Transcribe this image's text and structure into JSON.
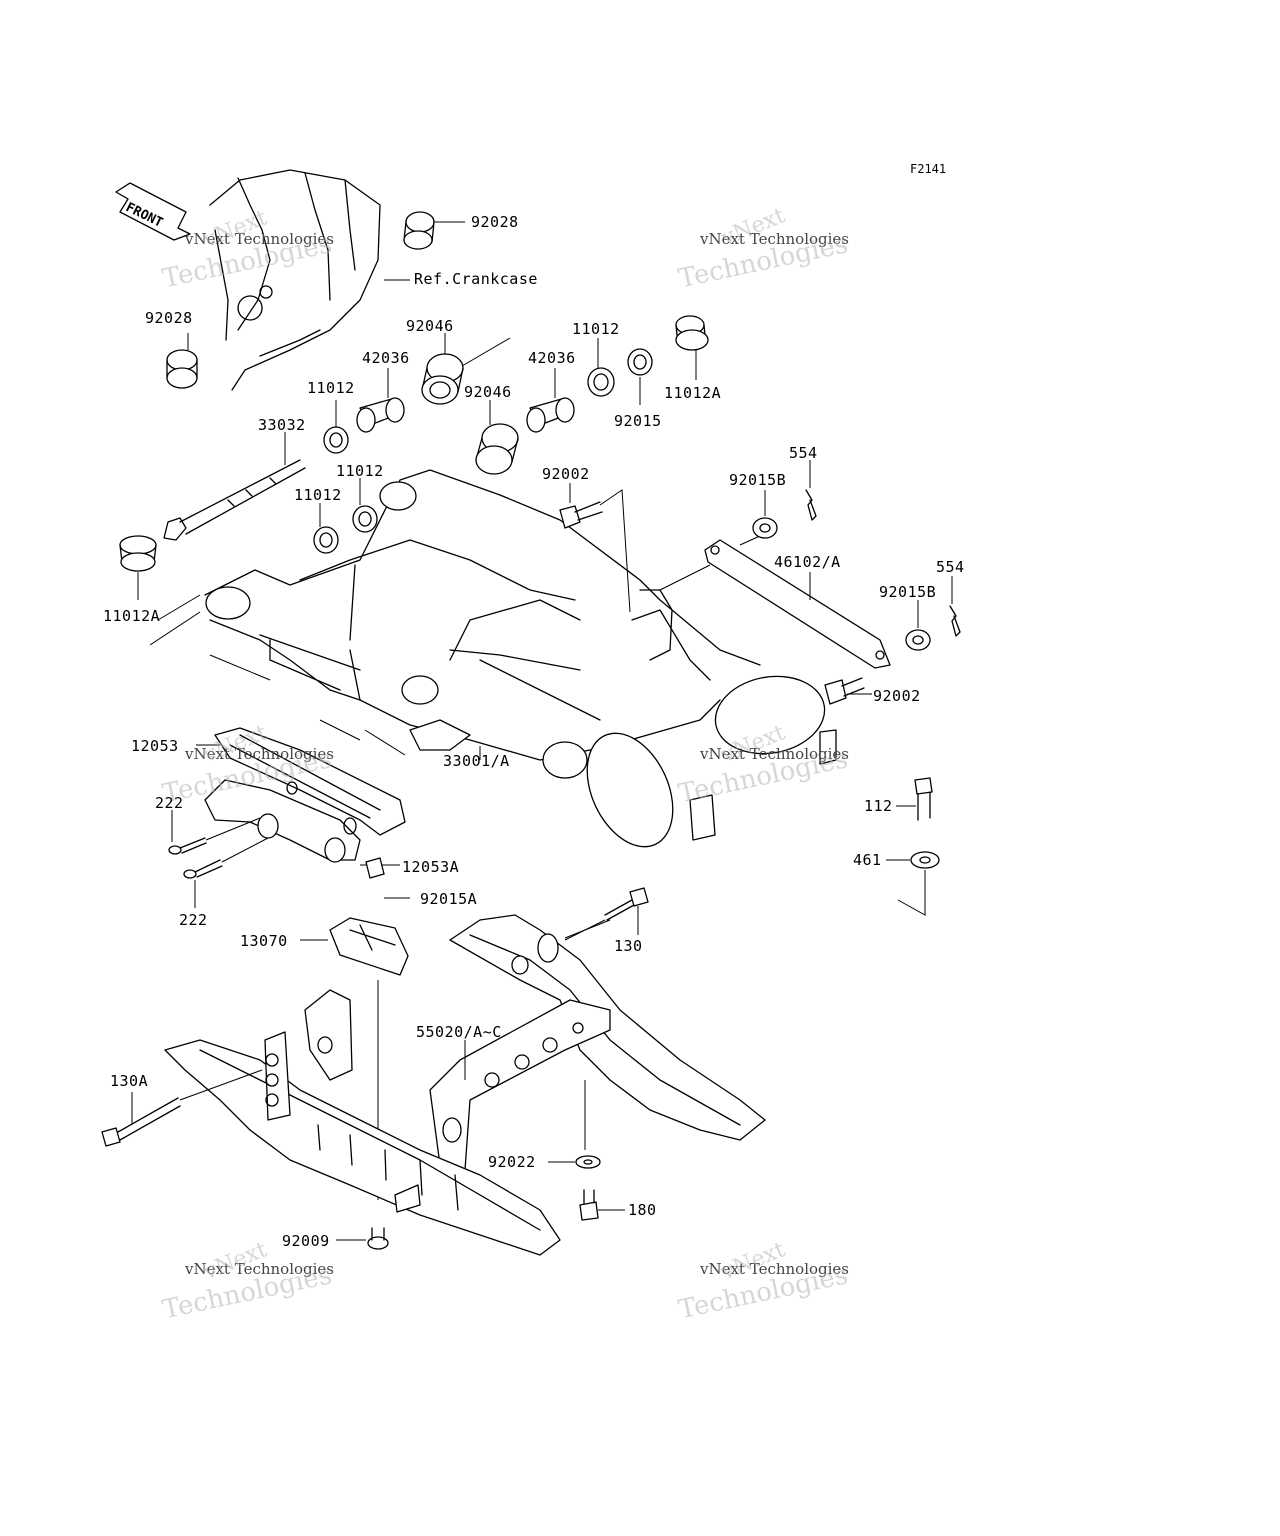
{
  "figure_id": "F2141",
  "front_label": "FRONT",
  "reference_label": "Ref.Crankcase",
  "watermark": {
    "line1": "vNext Technologies",
    "line2": "vNext",
    "line3": "Technologies"
  },
  "callouts": [
    {
      "id": "c1",
      "text": "92028"
    },
    {
      "id": "c2",
      "text": "92028"
    },
    {
      "id": "c3",
      "text": "92046"
    },
    {
      "id": "c4",
      "text": "11012"
    },
    {
      "id": "c5",
      "text": "42036"
    },
    {
      "id": "c6",
      "text": "42036"
    },
    {
      "id": "c7",
      "text": "11012"
    },
    {
      "id": "c8",
      "text": "92046"
    },
    {
      "id": "c9",
      "text": "92015"
    },
    {
      "id": "c10",
      "text": "11012A"
    },
    {
      "id": "c11",
      "text": "33032"
    },
    {
      "id": "c12",
      "text": "11012"
    },
    {
      "id": "c13",
      "text": "11012"
    },
    {
      "id": "c14",
      "text": "92002"
    },
    {
      "id": "c15",
      "text": "554"
    },
    {
      "id": "c16",
      "text": "92015B"
    },
    {
      "id": "c17",
      "text": "46102/A"
    },
    {
      "id": "c18",
      "text": "554"
    },
    {
      "id": "c19",
      "text": "92015B"
    },
    {
      "id": "c20",
      "text": "11012A"
    },
    {
      "id": "c21",
      "text": "92002"
    },
    {
      "id": "c22",
      "text": "12053"
    },
    {
      "id": "c23",
      "text": "33001/A"
    },
    {
      "id": "c24",
      "text": "222"
    },
    {
      "id": "c25",
      "text": "112"
    },
    {
      "id": "c26",
      "text": "461"
    },
    {
      "id": "c27",
      "text": "12053A"
    },
    {
      "id": "c28",
      "text": "222"
    },
    {
      "id": "c29",
      "text": "92015A"
    },
    {
      "id": "c30",
      "text": "13070"
    },
    {
      "id": "c31",
      "text": "130"
    },
    {
      "id": "c32",
      "text": "55020/A~C"
    },
    {
      "id": "c33",
      "text": "130A"
    },
    {
      "id": "c34",
      "text": "92022"
    },
    {
      "id": "c35",
      "text": "180"
    },
    {
      "id": "c36",
      "text": "92009"
    }
  ]
}
